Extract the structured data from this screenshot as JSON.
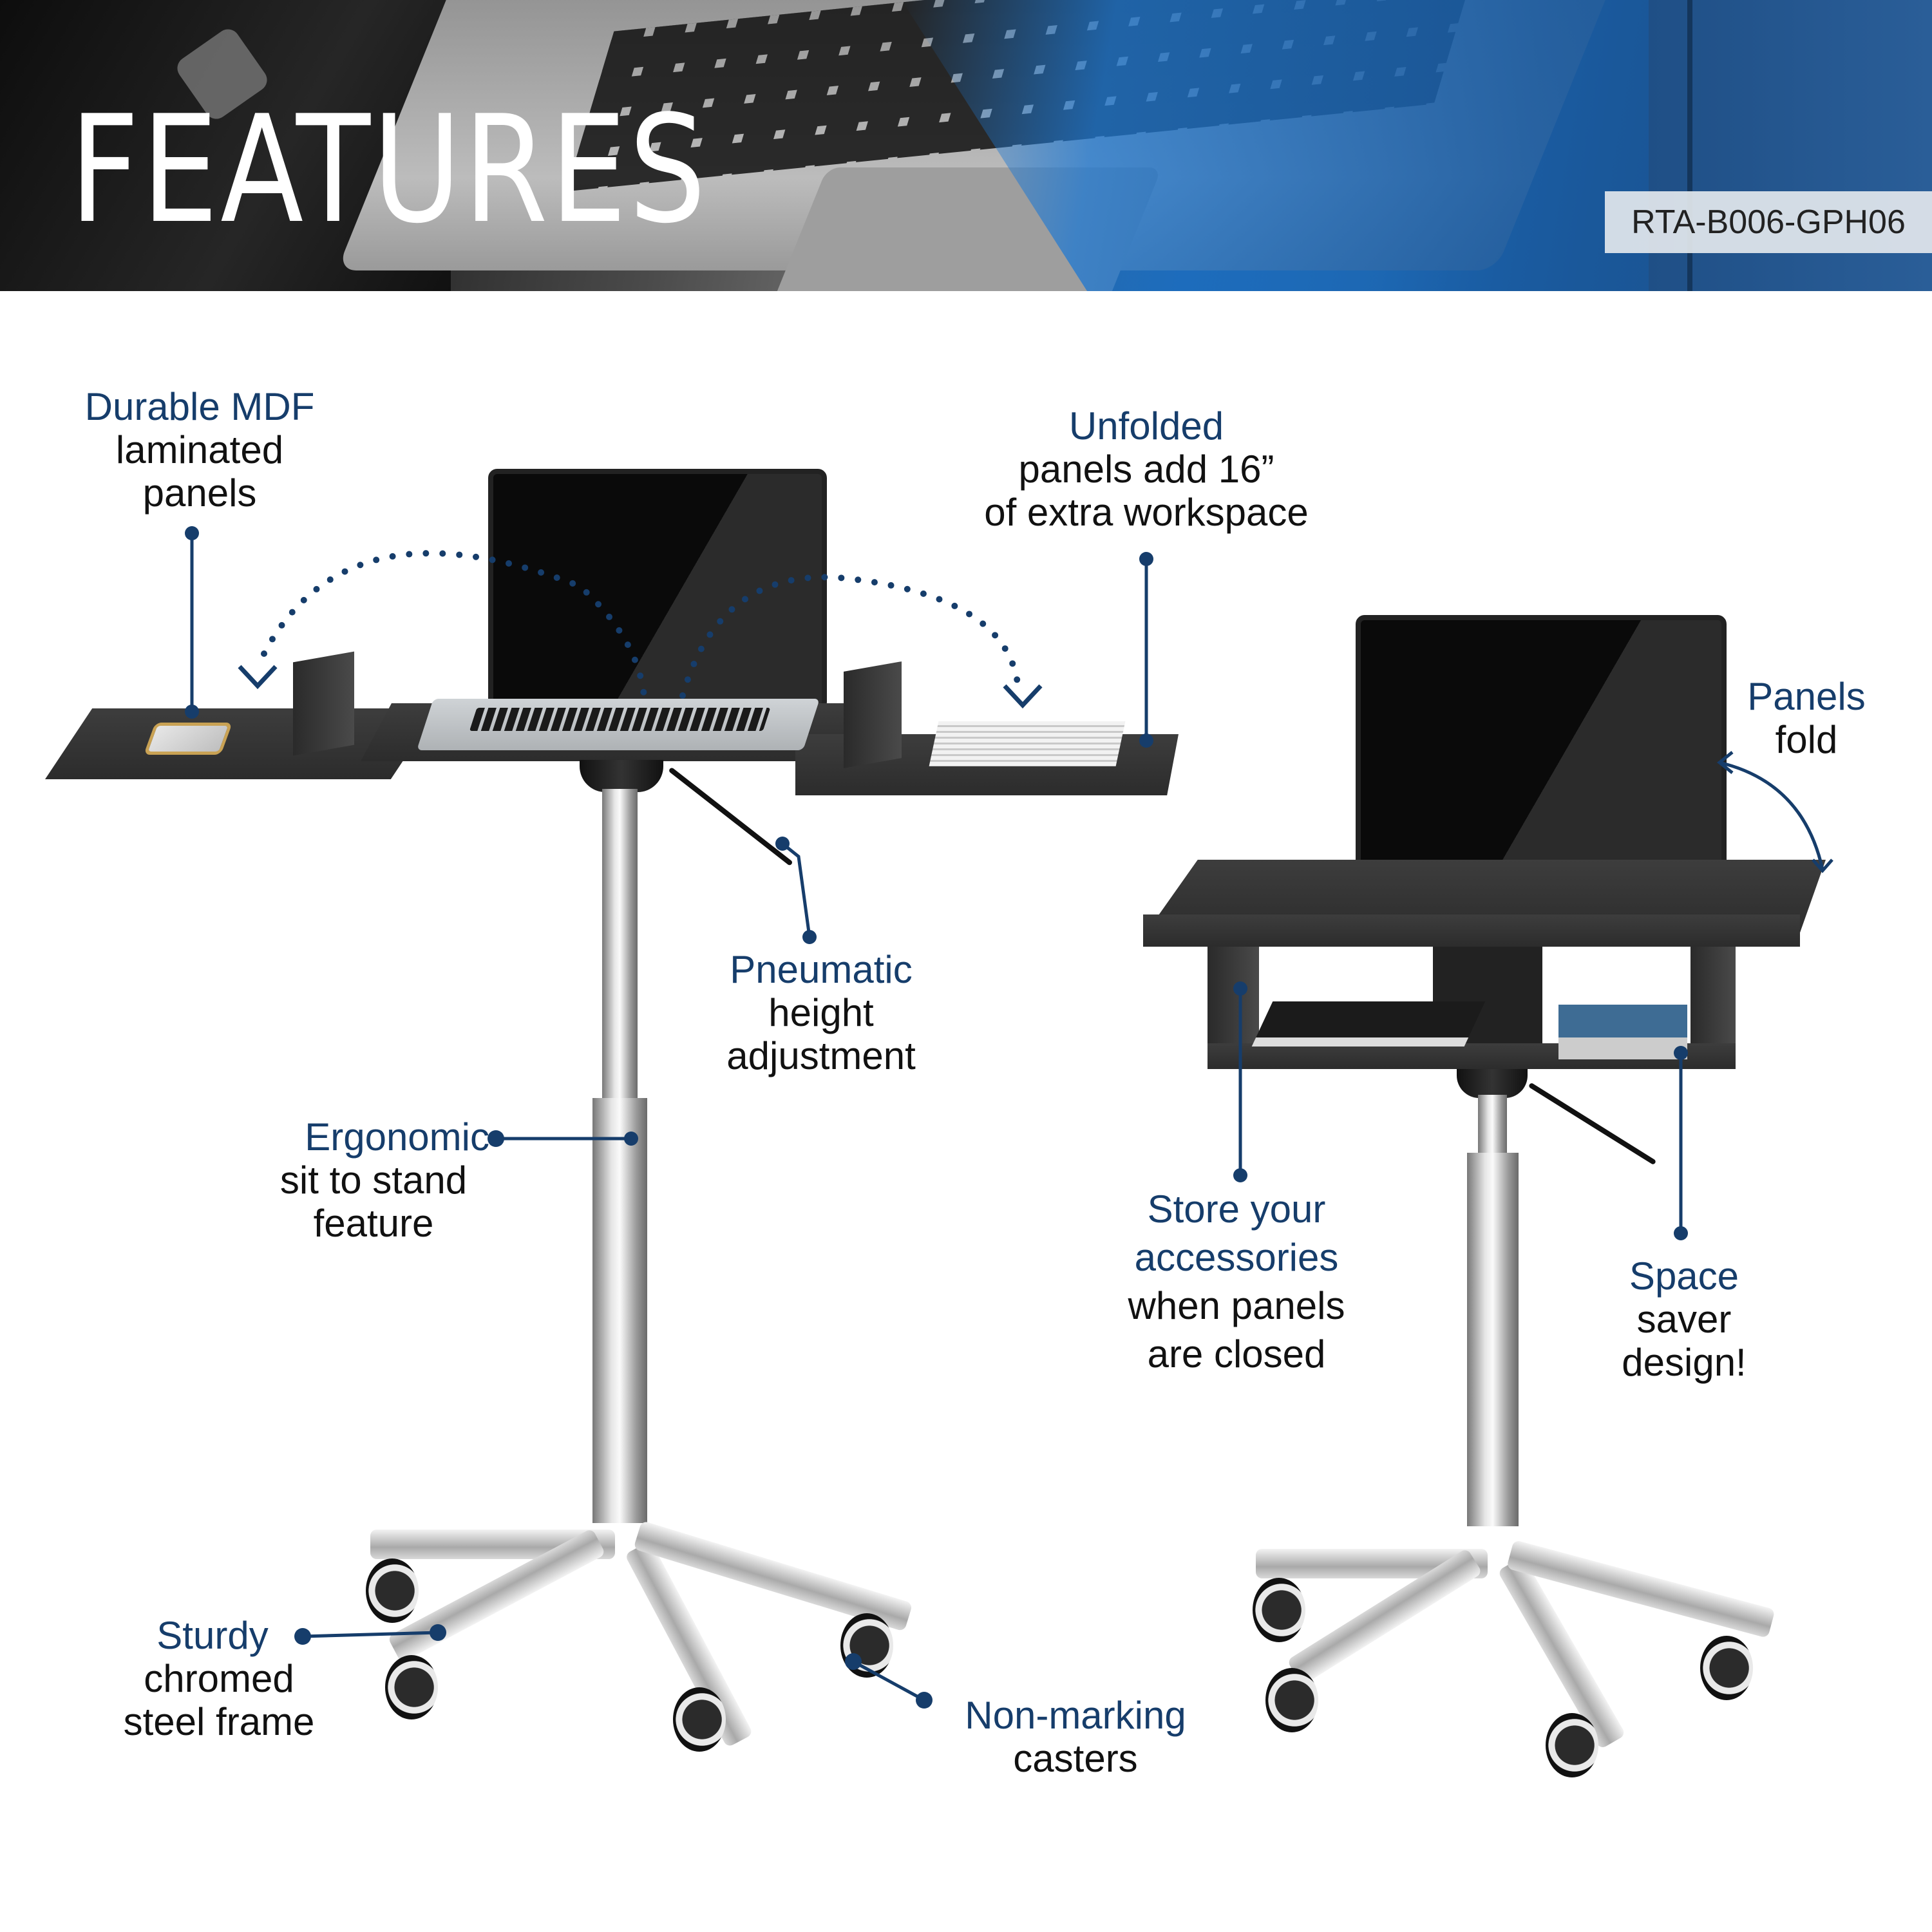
{
  "header": {
    "title": "FEATURES",
    "sku": "RTA-B006-GPH06"
  },
  "colors": {
    "accent": "#163d6b",
    "body_text": "#111111",
    "banner_blue": "#1d4e85",
    "sku_bg": "#e1e6ec",
    "panel_gray": "#333333",
    "chrome": "#d9d9d9"
  },
  "callouts": [
    {
      "id": "mdf",
      "highlight": "Durable MDF",
      "text": [
        "laminated",
        "panels"
      ]
    },
    {
      "id": "unfolded",
      "highlight": "Unfolded",
      "text": [
        "panels add 16”",
        "of extra workspace"
      ]
    },
    {
      "id": "pneumatic",
      "highlight": "Pneumatic",
      "text": [
        "height",
        "adjustment"
      ]
    },
    {
      "id": "ergonomic",
      "highlight": "Ergonomic",
      "text": [
        "sit to stand",
        "feature"
      ]
    },
    {
      "id": "sturdy",
      "highlight": "Sturdy",
      "text": [
        "chromed",
        "steel frame"
      ]
    },
    {
      "id": "casters",
      "highlight": "Non-marking",
      "text": [
        "casters"
      ]
    },
    {
      "id": "fold",
      "highlight": "Panels",
      "text": [
        "fold"
      ]
    },
    {
      "id": "store",
      "highlight": "Store your",
      "highlight2": "accessories",
      "text": [
        "when panels",
        "are closed"
      ]
    },
    {
      "id": "space",
      "highlight": "Space",
      "text": [
        "saver",
        "design!"
      ]
    }
  ],
  "icons": {
    "fold_arrows": "dotted-curved-arrow-icon",
    "fold_arrow_double": "double-headed-curved-arrow-icon",
    "callout_marker": "dot-marker-icon"
  }
}
